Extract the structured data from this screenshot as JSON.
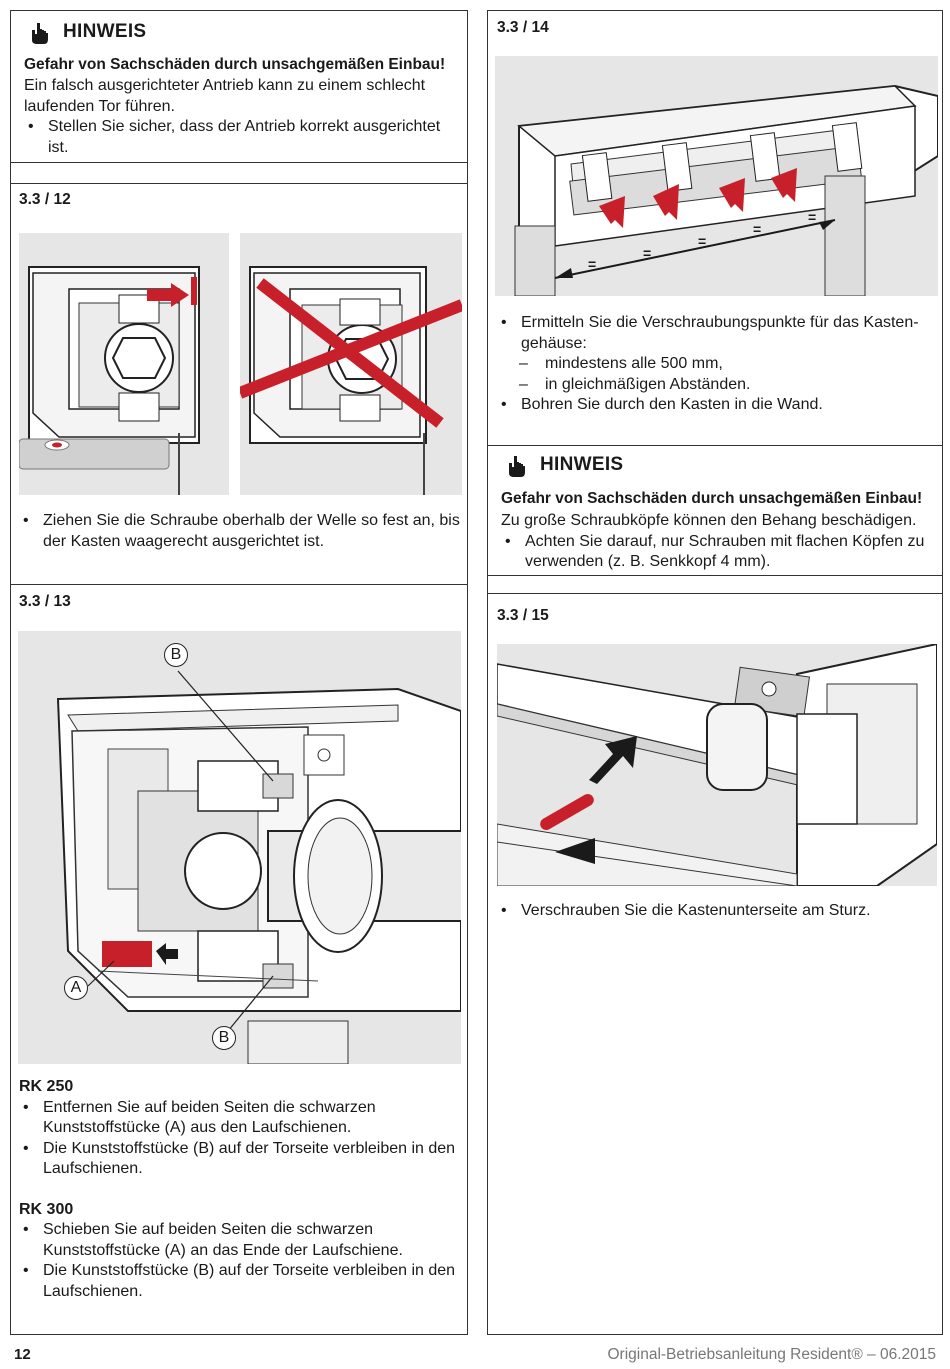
{
  "hinweis_1": {
    "title": "HINWEIS",
    "warning": "Gefahr von Sachschäden durch unsachgemäßen Einbau!",
    "text": "Ein falsch ausgerichteter Antrieb kann zu einem schlecht laufenden Tor führen.",
    "bullets": [
      "Stellen Sie sicher, dass der Antrieb korrekt ausgerichtet ist."
    ]
  },
  "step_12": {
    "label": "3.3 / 12",
    "bullets": [
      "Ziehen Sie die Schraube oberhalb der Welle so fest an, bis der Kasten waagerecht ausgerichtet ist."
    ]
  },
  "step_13": {
    "label": "3.3 / 13",
    "callout_a": "A",
    "callout_b": "B",
    "rk250_title": "RK 250",
    "rk250_bullets": [
      "Entfernen Sie auf beiden Seiten die schwarzen Kunststoffstücke (A) aus den Laufschienen.",
      "Die Kunststoffstücke (B) auf der Torseite verbleiben in den Laufschienen."
    ],
    "rk300_title": "RK 300",
    "rk300_bullets": [
      "Schieben Sie auf beiden Seiten die schwarzen Kunststoffstücke (A) an das Ende der Laufschiene.",
      "Die Kunststoffstücke (B) auf der Torseite verbleiben in den Laufschienen."
    ]
  },
  "step_14": {
    "label": "3.3 / 14",
    "equal_mark": "=",
    "bullet_1": "Ermitteln Sie die Verschraubungspunkte für das Kasten­gehäuse:",
    "dashes": [
      "mindestens alle 500 mm,",
      "in gleichmäßigen Abständen."
    ],
    "bullet_2": "Bohren Sie durch den Kasten in die Wand."
  },
  "hinweis_2": {
    "title": "HINWEIS",
    "warning": "Gefahr von Sachschäden durch unsachgemäßen Einbau!",
    "text": "Zu große Schraubköpfe können den Behang beschädigen.",
    "bullets": [
      "Achten Sie darauf, nur Schrauben mit flachen Köpfen zu verwenden (z. B. Senkkopf 4 mm)."
    ]
  },
  "step_15": {
    "label": "3.3 / 15",
    "bullets": [
      "Verschrauben Sie die Kastenunterseite am Sturz."
    ]
  },
  "footer": {
    "page_number": "12",
    "document": "Original-Betriebsanleitung Resident® – 06.2015"
  },
  "colors": {
    "accent_red": "#c8202a",
    "line": "#333333",
    "figure_bg": "#e8e8e8"
  },
  "icons": [
    "hand-pointing-icon"
  ]
}
